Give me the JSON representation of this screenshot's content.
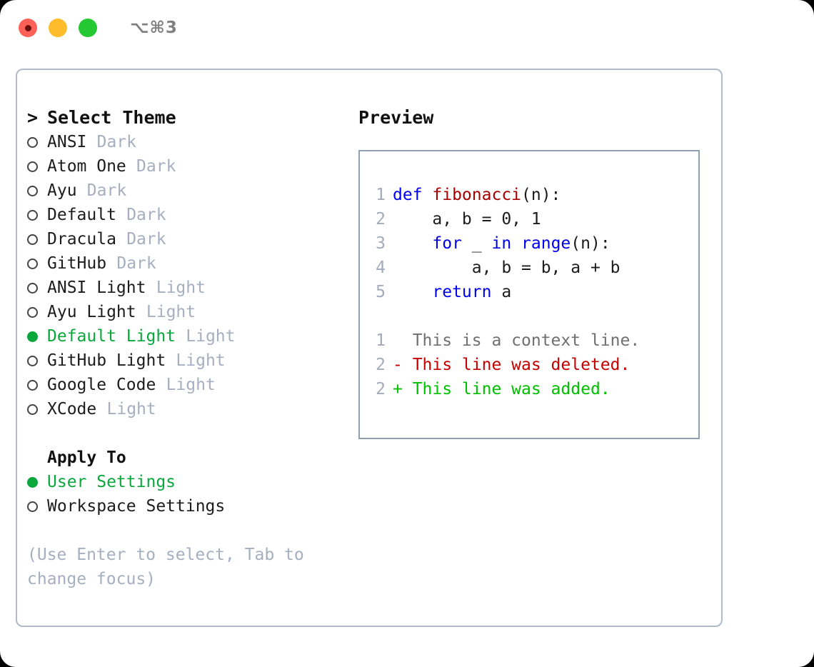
{
  "titlebar": {
    "lights": [
      {
        "name": "close",
        "color": "#ff6159"
      },
      {
        "name": "minimize",
        "color": "#ffbd2e"
      },
      {
        "name": "zoom",
        "color": "#23c833"
      }
    ],
    "shortcut": "⌥⌘3"
  },
  "theme_picker": {
    "caret": ">",
    "heading": "Select Theme",
    "selected_index": 8,
    "options": [
      {
        "label": "ANSI",
        "tag": "Dark",
        "selected": false
      },
      {
        "label": "Atom One",
        "tag": "Dark",
        "selected": false
      },
      {
        "label": "Ayu",
        "tag": "Dark",
        "selected": false
      },
      {
        "label": "Default",
        "tag": "Dark",
        "selected": false
      },
      {
        "label": "Dracula",
        "tag": "Dark",
        "selected": false
      },
      {
        "label": "GitHub",
        "tag": "Dark",
        "selected": false
      },
      {
        "label": "ANSI Light",
        "tag": "Light",
        "selected": false
      },
      {
        "label": "Ayu Light",
        "tag": "Light",
        "selected": false
      },
      {
        "label": "Default Light",
        "tag": "Light",
        "selected": true
      },
      {
        "label": "GitHub Light",
        "tag": "Light",
        "selected": false
      },
      {
        "label": "Google Code",
        "tag": "Light",
        "selected": false
      },
      {
        "label": "XCode",
        "tag": "Light",
        "selected": false
      }
    ]
  },
  "apply_to": {
    "heading": "Apply To",
    "options": [
      {
        "label": "User Settings",
        "selected": true
      },
      {
        "label": "Workspace Settings",
        "selected": false
      }
    ]
  },
  "hint": "(Use Enter to select, Tab to change focus)",
  "preview": {
    "heading": "Preview",
    "code_lines": [
      {
        "ln": "1",
        "tokens": [
          {
            "t": "def ",
            "c": "kw"
          },
          {
            "t": "fibonacci",
            "c": "fn"
          },
          {
            "t": "(n):",
            "c": "plain"
          }
        ]
      },
      {
        "ln": "2",
        "tokens": [
          {
            "t": "    a, b = 0, 1",
            "c": "plain"
          }
        ]
      },
      {
        "ln": "3",
        "tokens": [
          {
            "t": "    ",
            "c": "plain"
          },
          {
            "t": "for",
            "c": "kw"
          },
          {
            "t": " _ ",
            "c": "plain"
          },
          {
            "t": "in",
            "c": "kw"
          },
          {
            "t": " ",
            "c": "plain"
          },
          {
            "t": "range",
            "c": "kw"
          },
          {
            "t": "(n):",
            "c": "plain"
          }
        ]
      },
      {
        "ln": "4",
        "tokens": [
          {
            "t": "        a, b = b, a + b",
            "c": "plain"
          }
        ]
      },
      {
        "ln": "5",
        "tokens": [
          {
            "t": "    ",
            "c": "plain"
          },
          {
            "t": "return",
            "c": "kw"
          },
          {
            "t": " a",
            "c": "plain"
          }
        ]
      }
    ],
    "diff_lines": [
      {
        "ln": "1",
        "text": "  This is a context line.",
        "kind": "ctx"
      },
      {
        "ln": "2",
        "text": "- This line was deleted.",
        "kind": "del"
      },
      {
        "ln": "2",
        "text": "+ This line was added.",
        "kind": "add"
      }
    ]
  },
  "colors": {
    "accent_green": "#0aa83c",
    "tag_gray": "#a6afc0",
    "panel_border": "#b0bac8",
    "code_border": "#90a0b4",
    "keyword_blue": "#0000ee",
    "function_red": "#a80000",
    "diff_added": "#00c000",
    "diff_deleted": "#c50000"
  }
}
